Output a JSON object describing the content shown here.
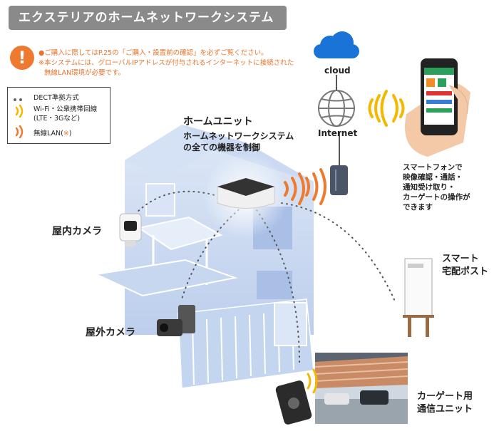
{
  "title": "エクステリアのホームネットワークシステム",
  "notices": [
    "●ご購入に際してはP.25の「ご購入・設置前の確認」を必ずご覧ください。",
    "※本システムには、グローバルIPアドレスが付与されるインターネットに接続された",
    "無線LAN環境が必要です。"
  ],
  "legend": {
    "dect": "DECT準拠方式",
    "wifi_line1": "Wi-Fi・公衆携帯回線",
    "wifi_line2": "(LTE・3Gなど)",
    "lan": "無線LAN(",
    "lan_mark": "※",
    "lan_close": ")"
  },
  "labels": {
    "home_unit": "ホームユニット",
    "home_unit_desc1": "ホームネットワークシステム",
    "home_unit_desc2": "の全ての機器を制御",
    "indoor_camera": "屋内カメラ",
    "outdoor_camera": "屋外カメラ",
    "cloud": "cloud",
    "internet": "Internet",
    "smartphone": [
      "スマートフォンで",
      "映像確認・通話・",
      "通知受け取り・",
      "カーゲートの操作が",
      "できます"
    ],
    "delivery_post": [
      "スマート",
      "宅配ポスト"
    ],
    "cargate_unit": [
      "カーゲート用",
      "通信ユニット"
    ]
  },
  "colors": {
    "title_bg": "#8a8a8a",
    "accent_orange": "#ee7a30",
    "wave_yellow": "#f5b800",
    "house_blue": "#b9cdec",
    "cloud_blue": "#1a73d6"
  }
}
